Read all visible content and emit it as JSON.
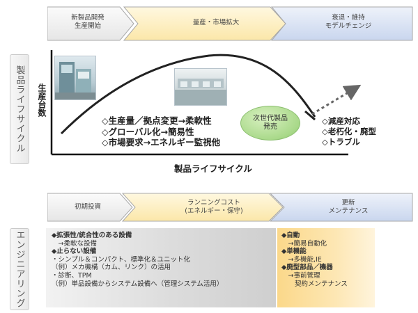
{
  "lifecycle": {
    "side_label": "製品ライフサイクル",
    "phases": [
      {
        "lines": [
          "新製品開発",
          "生産開始"
        ]
      },
      {
        "lines": [
          "量産・市場拡大"
        ]
      },
      {
        "lines": [
          "衰退・維持",
          "モデルチェンジ"
        ]
      }
    ],
    "y_axis": "生産台数",
    "x_axis": "製品ライフサイクル",
    "middle_bullets": [
      "◇生産量／拠点変更→柔軟性",
      "◇グローバル化→簡易性",
      "◇市場要求→エネルギー監視他"
    ],
    "next_gen": [
      "次世代製品",
      "発売"
    ],
    "right_bullets": [
      "◇減産対応",
      "◇老朽化・廃型",
      "◇トラブル"
    ]
  },
  "engineering": {
    "side_label": "エンジニアリング",
    "phases": [
      {
        "lines": [
          "初期投資"
        ]
      },
      {
        "lines": [
          "ランニングコスト",
          "(エネルギー・保守)"
        ]
      },
      {
        "lines": [
          "更新",
          "メンテナンス"
        ]
      }
    ],
    "left_box": [
      "◆拡張性/統合性のある設備",
      "　→柔軟な設備",
      "◆止らない設備",
      "・シンプル＆コンパクト、標準化＆ユニット化",
      "（例）メカ機構（カム、リンク）の活用",
      "・診断、TPM",
      "（例）単品設備からシステム設備へ（管理システム活用）"
    ],
    "right_box": [
      "◆自動",
      "　→簡易自動化",
      "◆単機能",
      "　→多機能,IE",
      "◆廃型部品／機器",
      "　→事前管理",
      "　　契約メンテナンス"
    ]
  },
  "colors": {
    "phase_grey": "#eeeeee",
    "phase_yellow": "#fdf0c4",
    "phase_blue": "#d6e0f2",
    "box_grey": "#d9d9d9",
    "box_yellow": "#fbd88a",
    "next_gen_green": "#a9d98a"
  }
}
